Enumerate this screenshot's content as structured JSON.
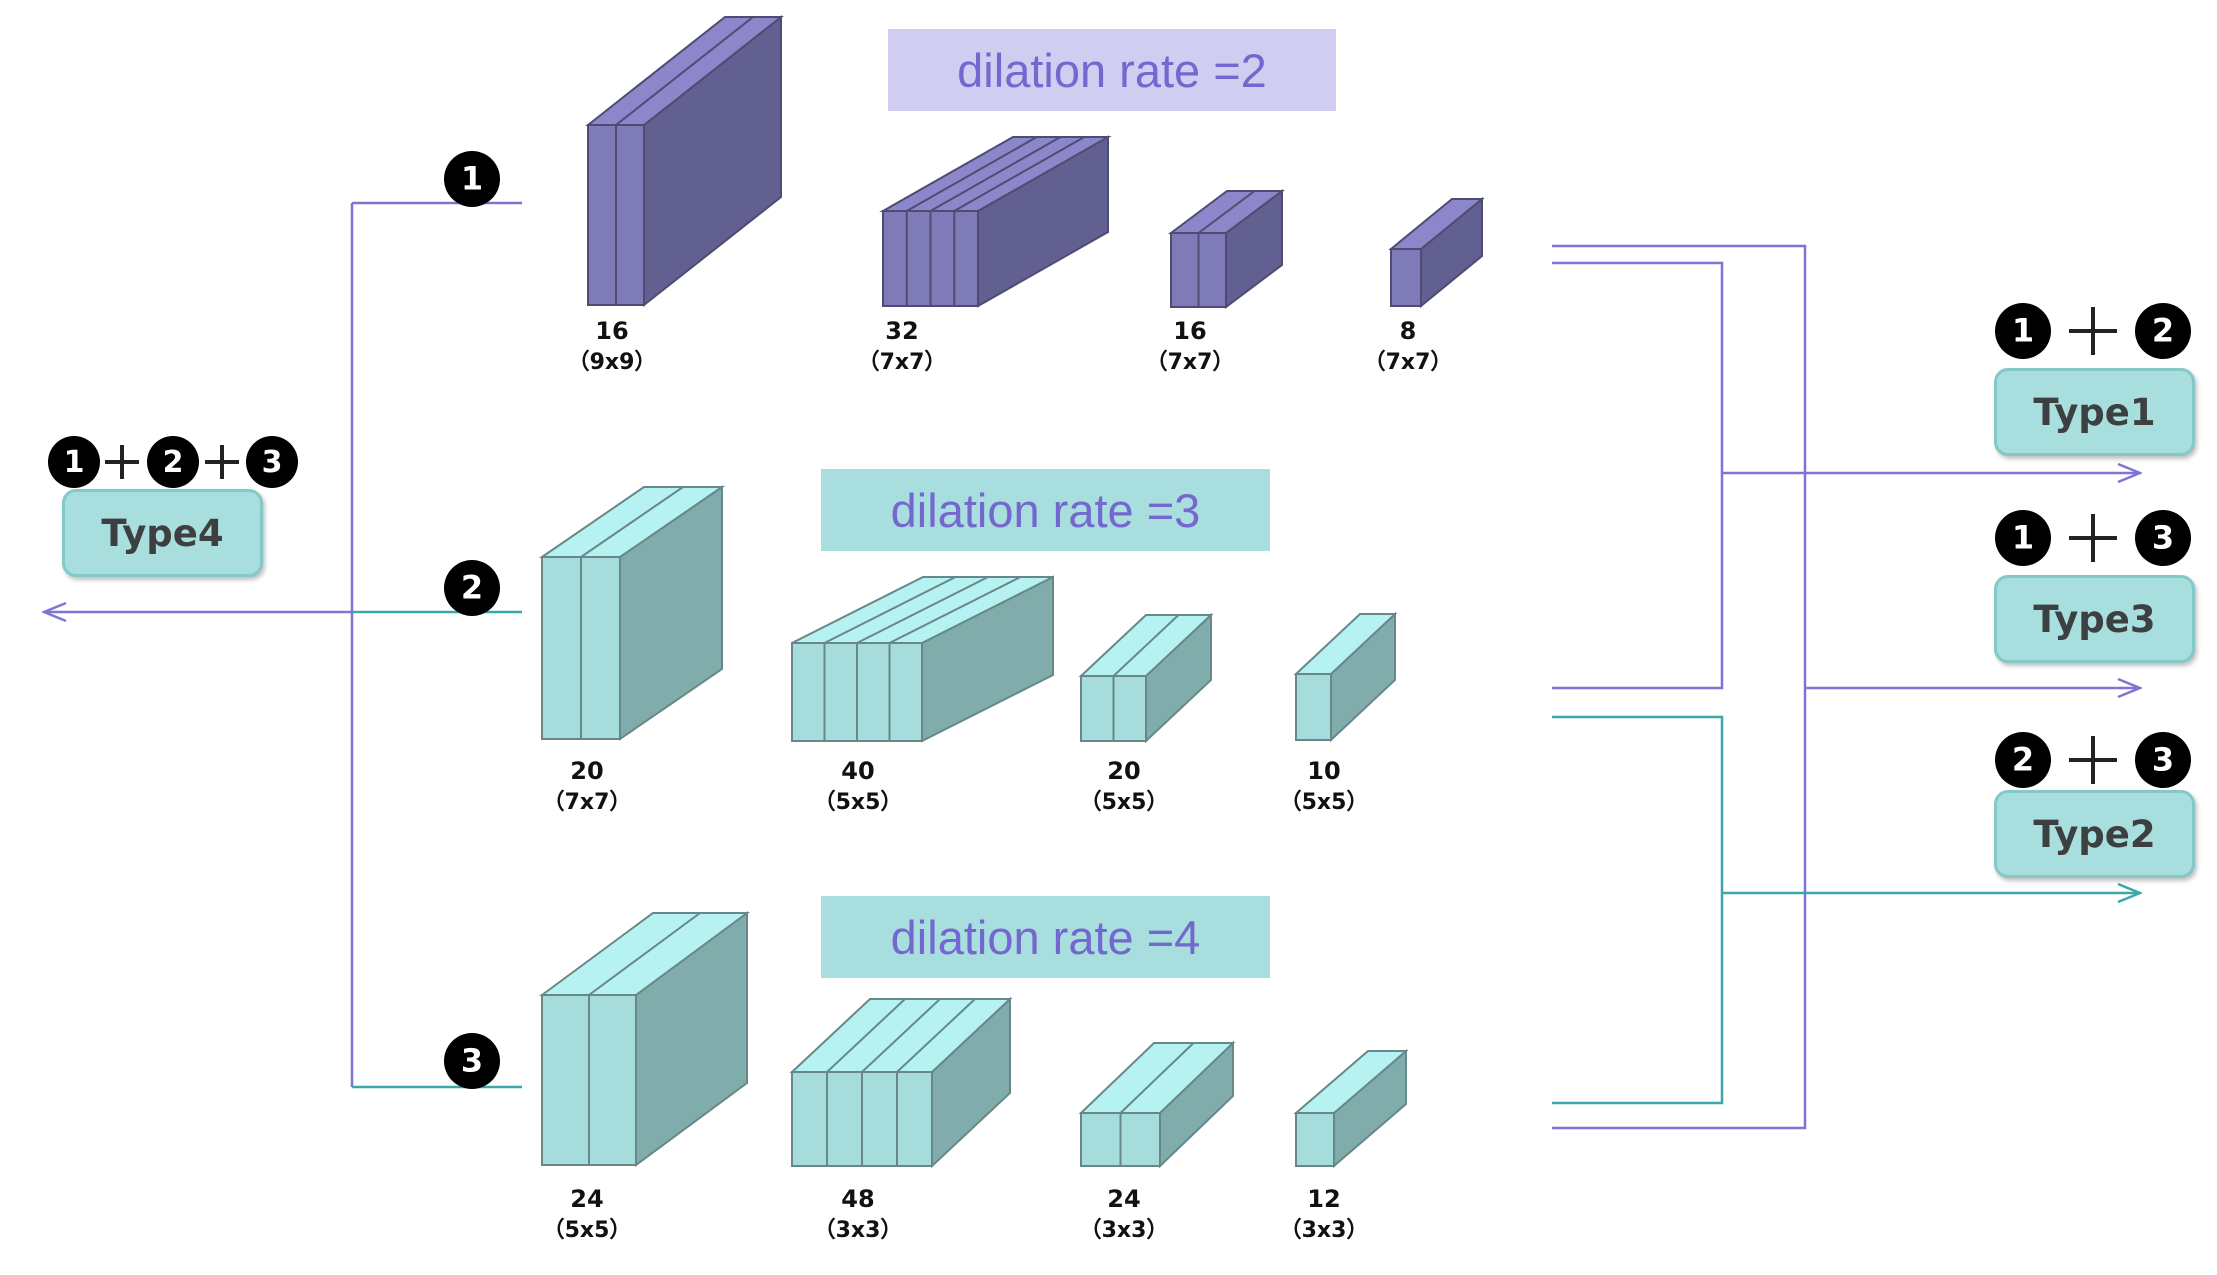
{
  "colors": {
    "purple_block": "#7e7bb8",
    "teal_block": "#a6dcdc",
    "purple_line": "#7d74d4",
    "teal_line": "#3aa8a8",
    "rate_text": "#7467cf"
  },
  "branches": [
    {
      "number": "1",
      "dilation": "dilation rate =2",
      "layers": [
        {
          "filters": "16",
          "kernel": "（9x9）"
        },
        {
          "filters": "32",
          "kernel": "（7x7）"
        },
        {
          "filters": "16",
          "kernel": "（7x7）"
        },
        {
          "filters": "8",
          "kernel": "（7x7）"
        }
      ]
    },
    {
      "number": "2",
      "dilation": "dilation rate =3",
      "layers": [
        {
          "filters": "20",
          "kernel": "（7x7）"
        },
        {
          "filters": "40",
          "kernel": "（5x5）"
        },
        {
          "filters": "20",
          "kernel": "（5x5）"
        },
        {
          "filters": "10",
          "kernel": "（5x5）"
        }
      ]
    },
    {
      "number": "3",
      "dilation": "dilation rate =4",
      "layers": [
        {
          "filters": "24",
          "kernel": "（5x5）"
        },
        {
          "filters": "48",
          "kernel": "（3x3）"
        },
        {
          "filters": "24",
          "kernel": "（3x3）"
        },
        {
          "filters": "12",
          "kernel": "（3x3）"
        }
      ]
    }
  ],
  "outputs": [
    {
      "label": "Type4",
      "combo": [
        "1",
        "2",
        "3"
      ]
    },
    {
      "label": "Type1",
      "combo": [
        "1",
        "2"
      ]
    },
    {
      "label": "Type3",
      "combo": [
        "1",
        "3"
      ]
    },
    {
      "label": "Type2",
      "combo": [
        "2",
        "3"
      ]
    }
  ]
}
